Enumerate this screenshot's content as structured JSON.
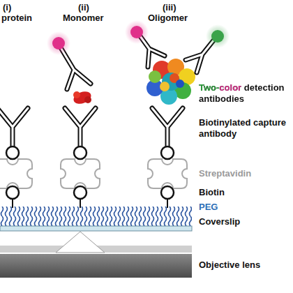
{
  "diagram": {
    "labels": [
      "(i)",
      "(ii)",
      "(iii)",
      "protein",
      "Monomer",
      "Oligomer",
      "Two-color detection antibodies",
      "Biotinylated capture antibody",
      "Streptavidin",
      "Biotin",
      "PEG",
      "Coverslip",
      "Objective lens"
    ]
  }
}
